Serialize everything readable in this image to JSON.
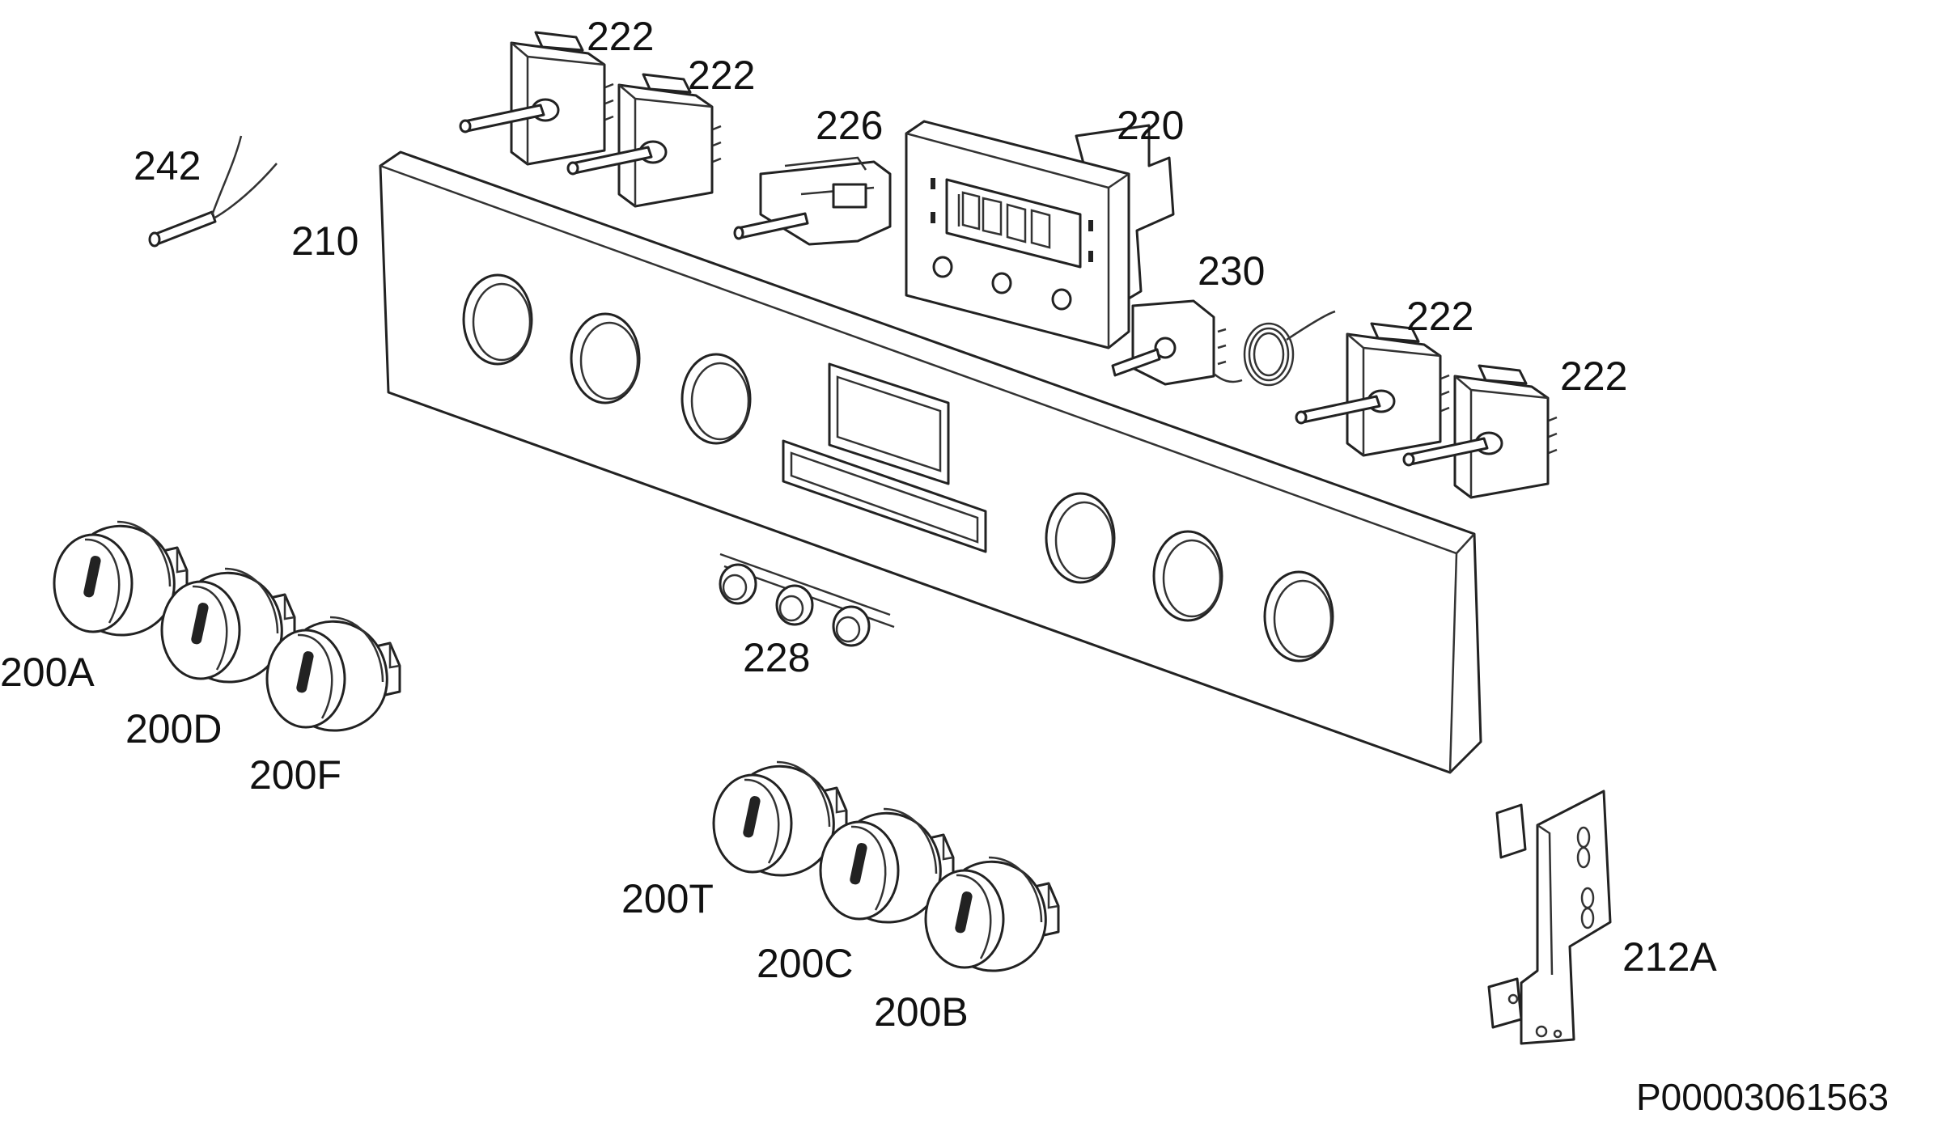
{
  "labels": {
    "p200a": "200A",
    "p200d": "200D",
    "p200f": "200F",
    "p200t": "200T",
    "p200c": "200C",
    "p200b": "200B",
    "p210": "210",
    "p212a": "212A",
    "p220": "220",
    "p222_1": "222",
    "p222_2": "222",
    "p222_3": "222",
    "p222_4": "222",
    "p226": "226",
    "p228": "228",
    "p230": "230",
    "p242": "242"
  },
  "document_id": "P00003061563",
  "icons": {
    "knob": "control-knob-icon",
    "switch": "rotary-switch-icon",
    "timer": "digital-timer-icon",
    "thermostat": "thermostat-icon",
    "bracket": "mounting-bracket-icon",
    "sensor": "temperature-sensor-icon"
  }
}
